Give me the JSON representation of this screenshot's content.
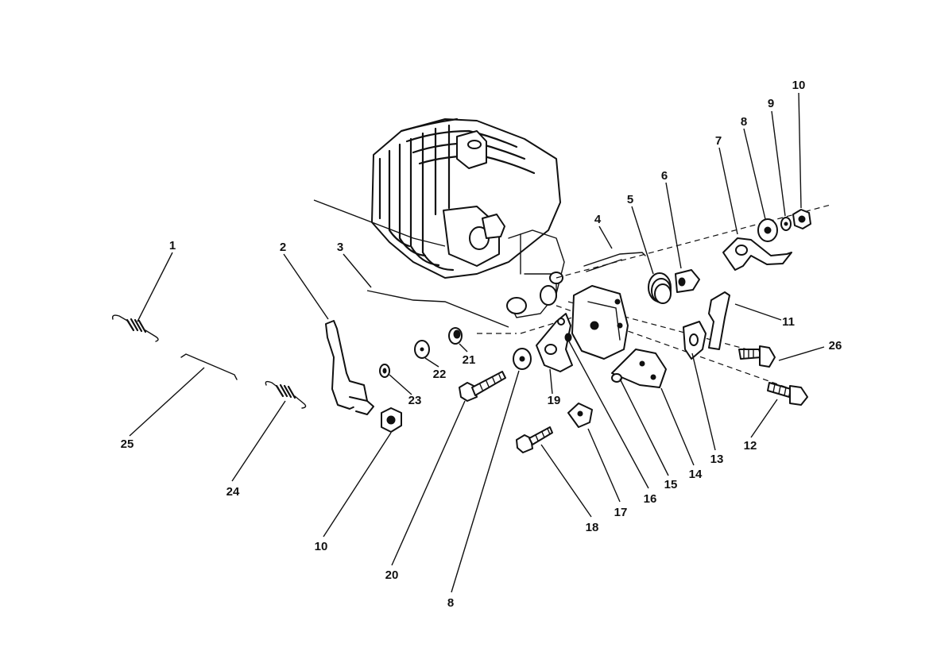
{
  "diagram": {
    "callouts": [
      {
        "id": "c1",
        "label": "1"
      },
      {
        "id": "c2",
        "label": "2"
      },
      {
        "id": "c3",
        "label": "3"
      },
      {
        "id": "c4",
        "label": "4"
      },
      {
        "id": "c5",
        "label": "5"
      },
      {
        "id": "c6",
        "label": "6"
      },
      {
        "id": "c7",
        "label": "7"
      },
      {
        "id": "c8a",
        "label": "8"
      },
      {
        "id": "c9",
        "label": "9"
      },
      {
        "id": "c10a",
        "label": "10"
      },
      {
        "id": "c11",
        "label": "11"
      },
      {
        "id": "c12",
        "label": "12"
      },
      {
        "id": "c13",
        "label": "13"
      },
      {
        "id": "c14",
        "label": "14"
      },
      {
        "id": "c15",
        "label": "15"
      },
      {
        "id": "c16",
        "label": "16"
      },
      {
        "id": "c17",
        "label": "17"
      },
      {
        "id": "c18",
        "label": "18"
      },
      {
        "id": "c19",
        "label": "19"
      },
      {
        "id": "c20",
        "label": "20"
      },
      {
        "id": "c21",
        "label": "21"
      },
      {
        "id": "c22",
        "label": "22"
      },
      {
        "id": "c23",
        "label": "23"
      },
      {
        "id": "c24",
        "label": "24"
      },
      {
        "id": "c25",
        "label": "25"
      },
      {
        "id": "c26",
        "label": "26"
      },
      {
        "id": "c10b",
        "label": "10"
      },
      {
        "id": "c8b",
        "label": "8"
      }
    ]
  }
}
